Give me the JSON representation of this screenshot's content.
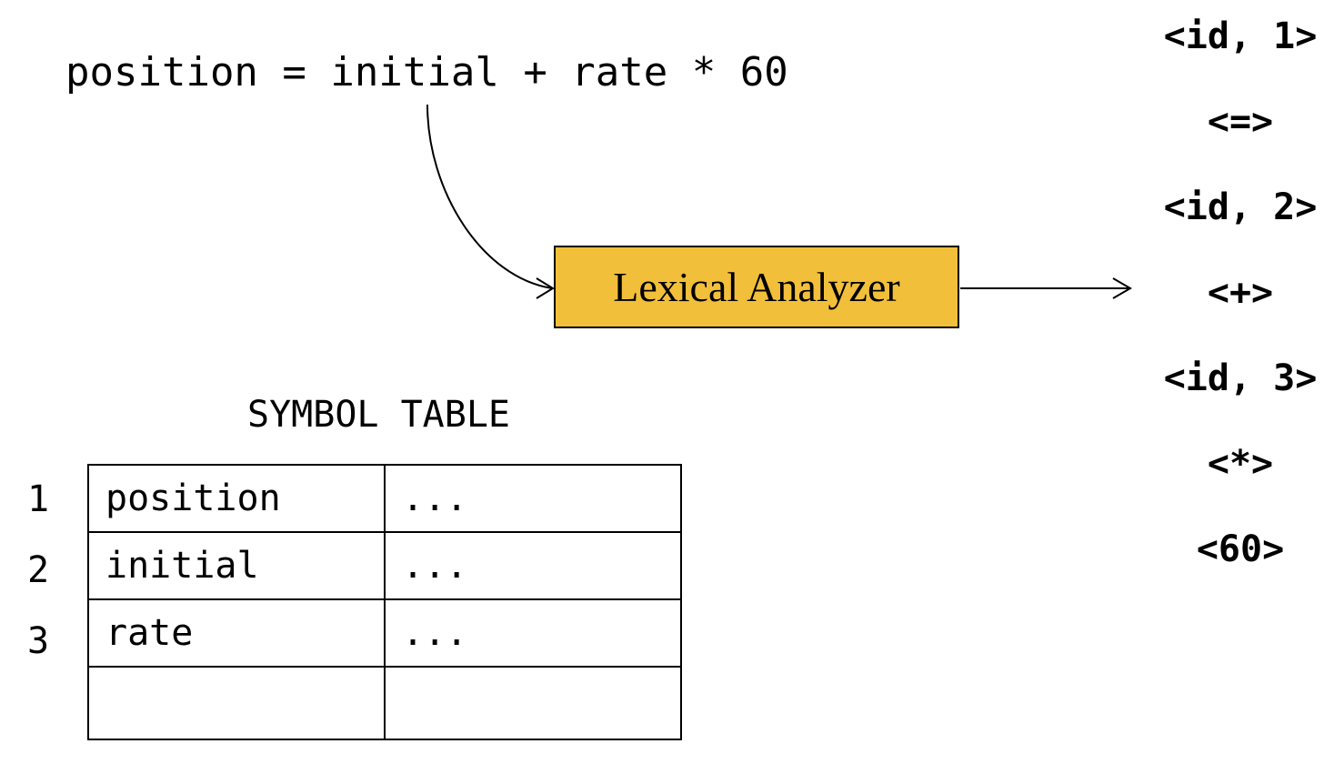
{
  "statement": "position = initial + rate * 60",
  "lexer_label": "Lexical Analyzer",
  "tokens": [
    "<id, 1>",
    "<=>",
    "<id, 2>",
    "<+>",
    "<id, 3>",
    "<*>",
    "<60>"
  ],
  "symbol_table": {
    "title": "SYMBOL TABLE",
    "rows": [
      {
        "index": "1",
        "name": "position",
        "info": "..."
      },
      {
        "index": "2",
        "name": "initial",
        "info": "..."
      },
      {
        "index": "3",
        "name": "rate",
        "info": "..."
      },
      {
        "index": "",
        "name": "",
        "info": ""
      }
    ]
  },
  "colors": {
    "lexer_fill": "#f2bf3a",
    "stroke": "#000000"
  }
}
